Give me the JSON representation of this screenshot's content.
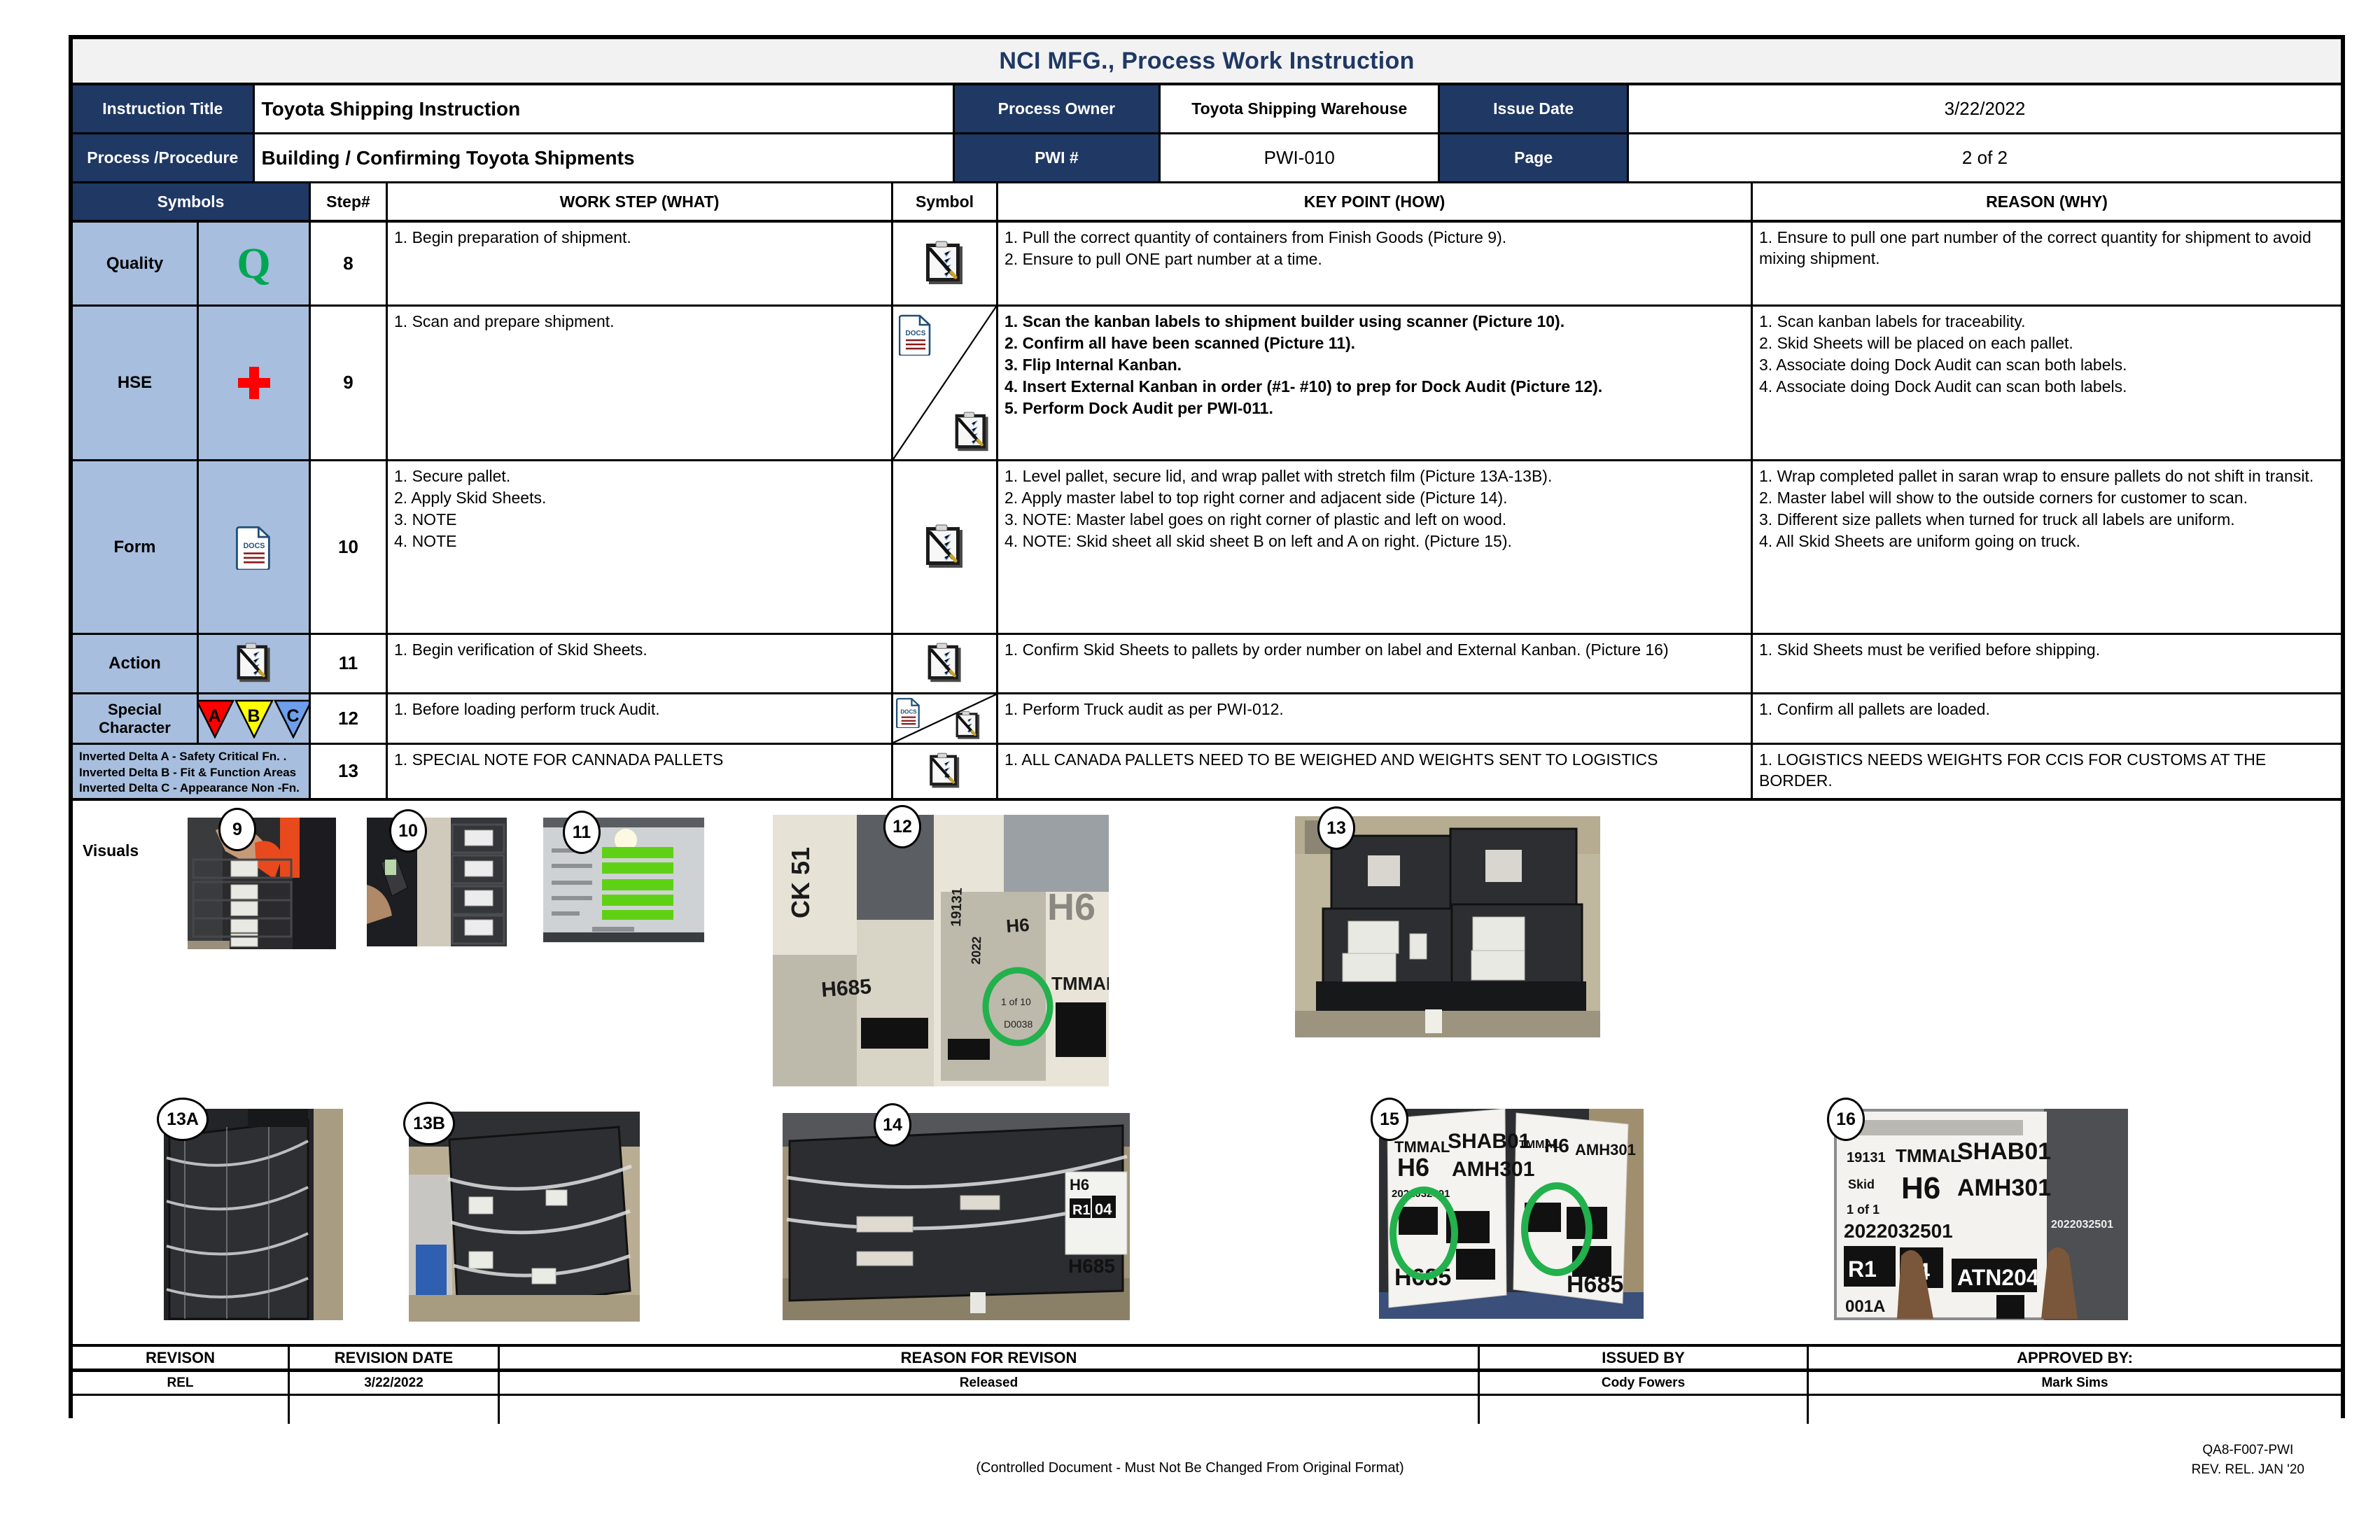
{
  "document": {
    "title": "NCI MFG., Process Work Instruction",
    "footer_note": "(Controlled Document - Must Not Be Changed From Original Format)",
    "form_id": "QA8-F007-PWI",
    "form_rev": "REV. REL. JAN '20"
  },
  "info": {
    "instruction_title_label": "Instruction Title",
    "instruction_title_value": "Toyota Shipping Instruction",
    "process_owner_label": "Process Owner",
    "process_owner_value": "Toyota Shipping Warehouse",
    "issue_date_label": "Issue Date",
    "issue_date_value": "3/22/2022",
    "process_procedure_label": "Process /Procedure",
    "process_procedure_value": "Building / Confirming Toyota Shipments",
    "pwi_label": "PWI #",
    "pwi_value": "PWI-010",
    "page_label": "Page",
    "page_value": "2 of 2"
  },
  "columns": {
    "symbols": "Symbols",
    "step": "Step#",
    "work_step": "WORK STEP (WHAT)",
    "symbol": "Symbol",
    "key_point": "KEY POINT (HOW)",
    "reason": "REASON (WHY)"
  },
  "steps": [
    {
      "symbol_label": "Quality",
      "symbol_icon": "letter-q-green",
      "step": "8",
      "work_step": [
        "1. Begin preparation of shipment."
      ],
      "symbol_icons": [
        "clipboard-icon"
      ],
      "key_point": [
        "1. Pull the correct quantity of containers from Finish Goods (Picture 9).",
        "2. Ensure to pull ONE part number at a time."
      ],
      "reason": [
        "1. Ensure to pull one part number of the correct quantity for shipment to avoid mixing shipment."
      ],
      "bold_key": false
    },
    {
      "symbol_label": "HSE",
      "symbol_icon": "red-cross",
      "step": "9",
      "work_step": [
        "1. Scan and prepare shipment."
      ],
      "symbol_icons": [
        "docs-icon",
        "clipboard-icon"
      ],
      "key_point": [
        "1. Scan the kanban labels to shipment builder using scanner (Picture 10).",
        "2. Confirm all have been scanned (Picture 11).",
        "3. Flip Internal Kanban.",
        "4. Insert External Kanban in order (#1- #10)  to prep for Dock Audit (Picture 12).",
        "5. Perform Dock Audit per PWI-011."
      ],
      "reason": [
        "1. Scan kanban labels for traceability.",
        "2. Skid Sheets will be placed on each pallet.",
        "3. Associate doing Dock Audit can scan both labels.",
        "4. Associate doing Dock Audit can scan both labels."
      ],
      "bold_key": true
    },
    {
      "symbol_label": "Form",
      "symbol_icon": "docs-icon",
      "step": "10",
      "work_step": [
        "1. Secure pallet.",
        "2. Apply Skid Sheets.",
        "3. NOTE",
        "4. NOTE"
      ],
      "symbol_icons": [
        "clipboard-icon"
      ],
      "key_point": [
        "1. Level pallet, secure lid, and wrap pallet with stretch film (Picture 13A-13B).",
        "2. Apply master label to top right corner and adjacent side (Picture 14).",
        "3. NOTE: Master label goes on right corner of plastic and left on wood.",
        "4. NOTE: Skid sheet all skid sheet B on left and A on right. (Picture  15)."
      ],
      "reason": [
        "1. Wrap completed pallet in saran wrap to ensure pallets do not shift in transit.",
        "2. Master label will show to the outside corners for customer to scan.",
        "3. Different size pallets when turned for truck all labels are uniform.",
        "4. All Skid Sheets are uniform going on truck."
      ],
      "bold_key": false
    },
    {
      "symbol_label": "Action",
      "symbol_icon": "clipboard-icon",
      "step": "11",
      "work_step": [
        "1. Begin verification of Skid Sheets."
      ],
      "symbol_icons": [
        "clipboard-icon"
      ],
      "key_point": [
        "1. Confirm Skid Sheets to pallets by order number on label and External Kanban. (Picture 16)"
      ],
      "reason": [
        "1. Skid Sheets must be verified before shipping."
      ],
      "bold_key": false
    },
    {
      "symbol_label": "Special Character",
      "symbol_icon": "abc-triangles",
      "step": "12",
      "work_step": [
        "1. Before loading perform truck Audit."
      ],
      "symbol_icons": [
        "docs-icon",
        "clipboard-icon"
      ],
      "key_point": [
        "1. Perform Truck audit as per PWI-012."
      ],
      "reason": [
        "1. Confirm all pallets are loaded."
      ],
      "bold_key": false
    },
    {
      "symbol_label": "",
      "symbol_icon": "legend",
      "step": "13",
      "work_step": [
        "1. SPECIAL NOTE FOR CANNADA PALLETS"
      ],
      "symbol_icons": [
        "clipboard-icon"
      ],
      "key_point": [
        "1. ALL CANADA PALLETS NEED TO BE WEIGHED AND WEIGHTS SENT TO LOGISTICS"
      ],
      "reason": [
        "1. LOGISTICS NEEDS WEIGHTS FOR CCIS FOR CUSTOMS AT THE BORDER."
      ],
      "bold_key": false
    }
  ],
  "legend": [
    "Inverted Delta A - Safety Critical Fn. .",
    "Inverted Delta B - Fit & Function Areas",
    "Inverted Delta C  - Appearance Non -Fn."
  ],
  "triangles": [
    {
      "letter": "A",
      "color": "#FF0000"
    },
    {
      "letter": "B",
      "color": "#FFFF00"
    },
    {
      "letter": "C",
      "color": "#6D9EEB"
    }
  ],
  "visuals": {
    "label": "Visuals",
    "photos": [
      {
        "badge": "9",
        "caption": "associate pulling containers from finish goods"
      },
      {
        "badge": "10",
        "caption": "scanning kanban labels with handheld scanner"
      },
      {
        "badge": "11",
        "caption": "shipment builder screen showing scanned rows highlighted green"
      },
      {
        "badge": "12",
        "caption": "external kanban labels inserted in order, quantity circled"
      },
      {
        "badge": "13",
        "caption": "stacked black totes on pallet ready to wrap"
      },
      {
        "badge": "13A",
        "caption": "pallet wrapped in stretch film front view"
      },
      {
        "badge": "13B",
        "caption": "pallet wrapped in stretch film angled view"
      },
      {
        "badge": "14",
        "caption": "master label applied to top right corner of wrapped pallet"
      },
      {
        "badge": "15",
        "caption": "two skid sheets B on left and A on right, circled"
      },
      {
        "badge": "16",
        "caption": "associate pointing at order number on label and external kanban"
      }
    ]
  },
  "revision": {
    "headers": [
      "REVISON",
      "REVISION DATE",
      "REASON FOR REVISON",
      "ISSUED BY",
      "APPROVED BY:"
    ],
    "rows": [
      {
        "rev": "REL",
        "date": "3/22/2022",
        "reason": "Released",
        "issued_by": "Cody Fowers",
        "approved_by": "Mark Sims"
      },
      {
        "rev": "",
        "date": "",
        "reason": "",
        "issued_by": "",
        "approved_by": ""
      }
    ]
  },
  "colors": {
    "navy": "#1F3864",
    "symbol_blue": "#A7BEDE",
    "quality_green": "#00A651",
    "hse_red": "#FF0000",
    "highlight_green": "#22B14C"
  }
}
